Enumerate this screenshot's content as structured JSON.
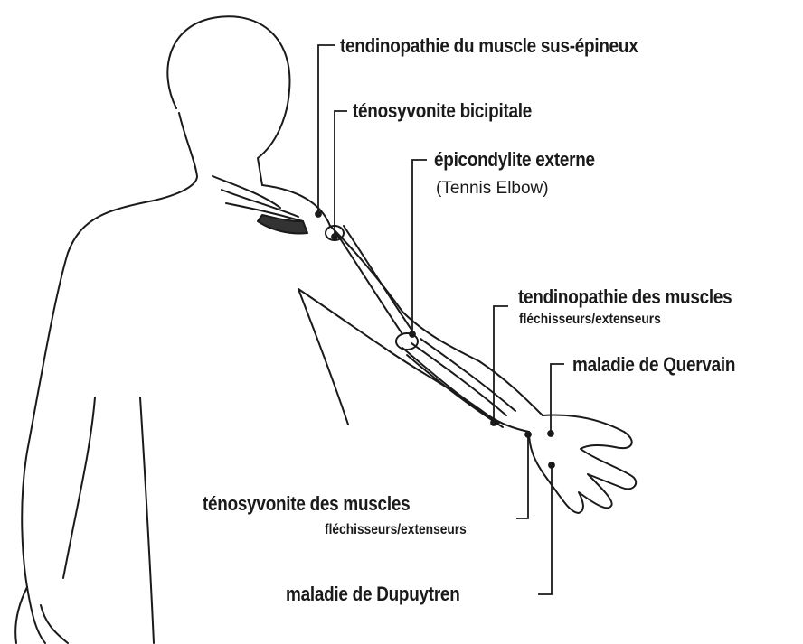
{
  "labels": {
    "supraspinatus": {
      "line1": "tendinopathie du muscle sus-épineux"
    },
    "bicipital": {
      "line1": "ténosyvonite bicipitale"
    },
    "epicondylitis": {
      "line1": "épicondylite externe",
      "line2": "(Tennis Elbow)"
    },
    "flexor_tendinopathy": {
      "line1": "tendinopathie des muscles",
      "line2": "fléchisseurs/extenseurs"
    },
    "quervain": {
      "line1": "maladie de Quervain"
    },
    "tenosynovitis": {
      "line1": "ténosyvonite des muscles",
      "line2": "fléchisseurs/extenseurs"
    },
    "dupuytren": {
      "line1": "maladie de Dupuytren"
    }
  },
  "colors": {
    "ink": "#1a1a1a",
    "background": "#ffffff",
    "nerve_dark": "#333333"
  }
}
